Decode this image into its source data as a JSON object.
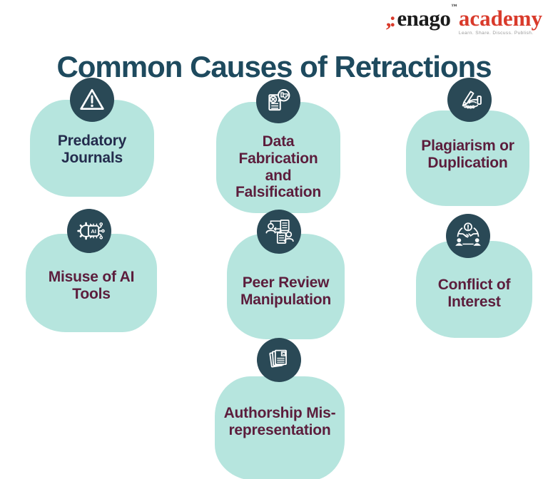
{
  "logo": {
    "mark": ",:",
    "name": "enago",
    "trademark": "™",
    "suffix": "academy",
    "tagline": "Learn. Share. Discuss. Publish."
  },
  "title": "Common Causes of Retractions",
  "cards": [
    {
      "label": "Predatory\nJournals",
      "icon": "warning-triangle-icon"
    },
    {
      "label": "Data\nFabrication\nand\nFalsification",
      "icon": "falsified-document-icon"
    },
    {
      "label": "Plagiarism or\nDuplication",
      "icon": "writing-hand-icon"
    },
    {
      "label": "Misuse of AI\nTools",
      "icon": "ai-chip-gear-icon"
    },
    {
      "label": "Peer Review\nManipulation",
      "icon": "reviewer-exchange-icon"
    },
    {
      "label": "Conflict of\nInterest",
      "icon": "handshake-alert-icon"
    },
    {
      "label": "Authorship Mis-\nrepresentation",
      "icon": "stacked-papers-icon"
    }
  ],
  "icons": {
    "ai_chip_text": "AI",
    "copyright_page_text": "C"
  },
  "colors": {
    "card_background": "#b6e5de",
    "icon_circle": "#2a4956",
    "title_text": "#1e4a5e",
    "card_text_maroon": "#5c1d3c",
    "card_text_navy": "#242c4d",
    "logo_red": "#d93a2b",
    "logo_black": "#1c1c1c",
    "tagline_gray": "#9a9a9a"
  }
}
